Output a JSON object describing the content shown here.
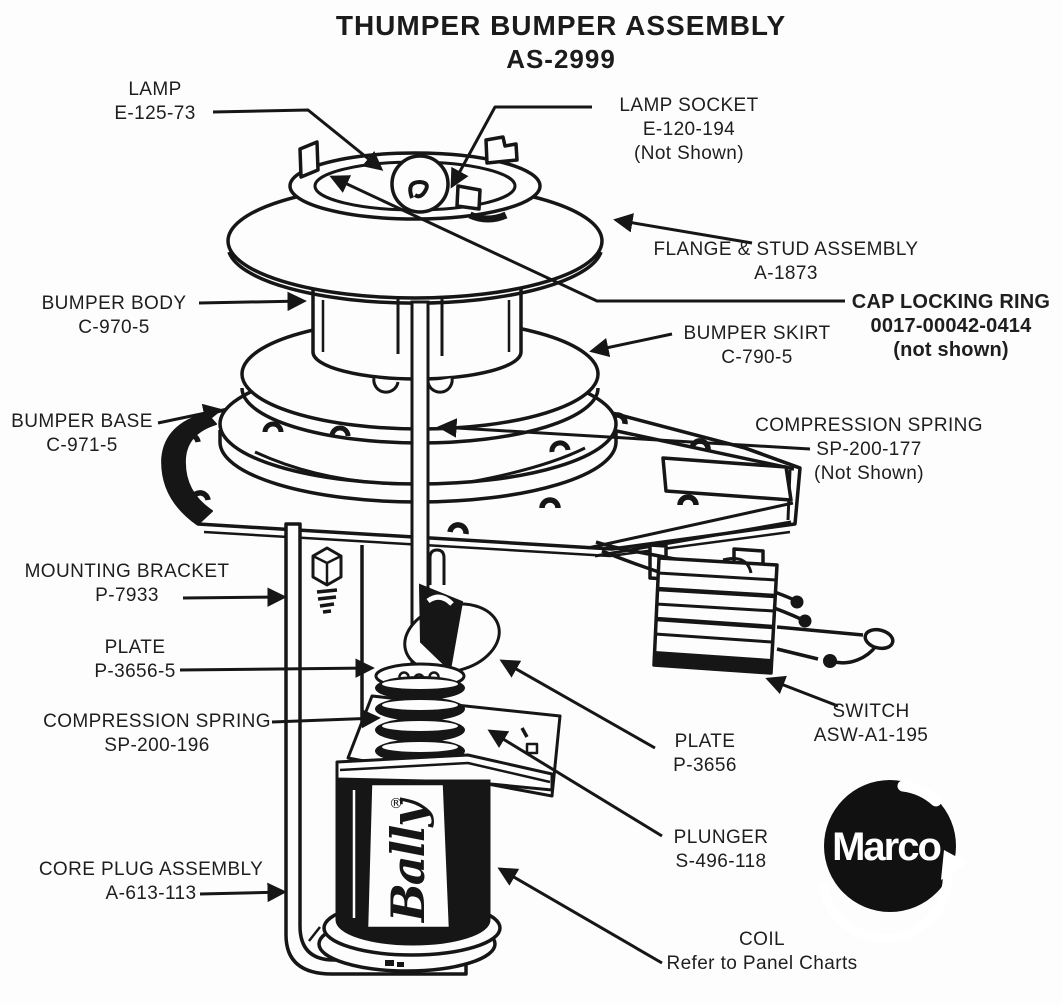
{
  "title": {
    "line1": "THUMPER BUMPER ASSEMBLY",
    "line2": "AS-2999"
  },
  "parts": {
    "lamp": {
      "name": "LAMP",
      "part": "E-125-73"
    },
    "lamp_socket": {
      "name": "LAMP SOCKET",
      "part": "E-120-194",
      "note": "(Not Shown)"
    },
    "flange_stud": {
      "name": "FLANGE & STUD ASSEMBLY",
      "part": "A-1873"
    },
    "cap_locking_ring": {
      "name": "CAP LOCKING RING",
      "part": "0017-00042-0414",
      "note": "(not shown)"
    },
    "bumper_body": {
      "name": "BUMPER BODY",
      "part": "C-970-5"
    },
    "bumper_skirt": {
      "name": "BUMPER SKIRT",
      "part": "C-790-5"
    },
    "bumper_base": {
      "name": "BUMPER BASE",
      "part": "C-971-5"
    },
    "compression_spring_upper": {
      "name": "COMPRESSION SPRING",
      "part": "SP-200-177",
      "note": "(Not Shown)"
    },
    "mounting_bracket": {
      "name": "MOUNTING BRACKET",
      "part": "P-7933"
    },
    "plate_upper": {
      "name": "PLATE",
      "part": "P-3656-5"
    },
    "compression_spring_lower": {
      "name": "COMPRESSION SPRING",
      "part": "SP-200-196"
    },
    "switch": {
      "name": "SWITCH",
      "part": "ASW-A1-195"
    },
    "plate_lower": {
      "name": "PLATE",
      "part": "P-3656"
    },
    "plunger": {
      "name": "PLUNGER",
      "part": "S-496-118"
    },
    "core_plug": {
      "name": "CORE PLUG ASSEMBLY",
      "part": "A-613-113"
    },
    "coil": {
      "name": "COIL",
      "part": "Refer to Panel Charts"
    }
  },
  "drawing": {
    "coil_brand": "Bally",
    "coil_brand_reg": "®"
  },
  "logo": {
    "text": "Marco"
  },
  "colors": {
    "ink": "#161616",
    "paper": "#fdfdfd"
  }
}
